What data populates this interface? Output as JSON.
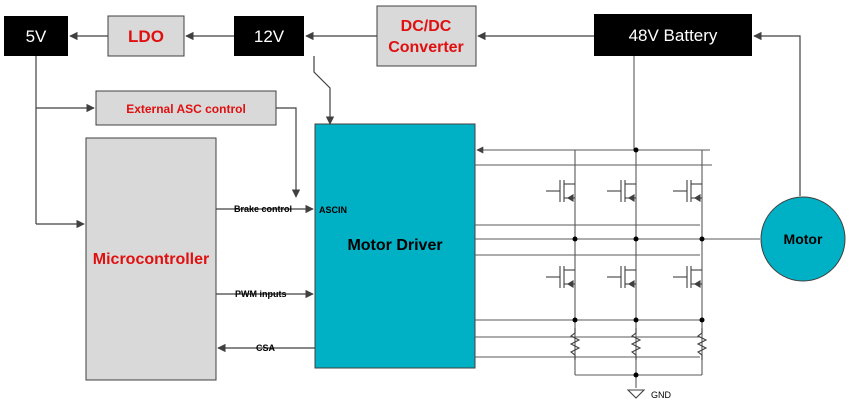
{
  "colors": {
    "black_block": "#000000",
    "grey_block": "#d9d9d9",
    "driver_fill": "#00b0c4",
    "motor_fill": "#00b0c4",
    "red_text": "#e01010",
    "wire": "#595959"
  },
  "blocks": {
    "v5": "5V",
    "ldo": "LDO",
    "v12": "12V",
    "dcdc_line1": "DC/DC",
    "dcdc_line2": "Converter",
    "battery": "48V Battery",
    "asc": "External ASC control",
    "mcu": "Microcontroller",
    "driver": "Motor Driver",
    "motor": "Motor"
  },
  "signals": {
    "brake": "Brake control",
    "ascin": "ASCIN",
    "pwm": "PWM inputs",
    "csa": "CSA",
    "gnd": "GND"
  },
  "icons": {
    "mosfet": "mosfet-icon",
    "resistor": "resistor-icon",
    "ground": "ground-icon"
  }
}
